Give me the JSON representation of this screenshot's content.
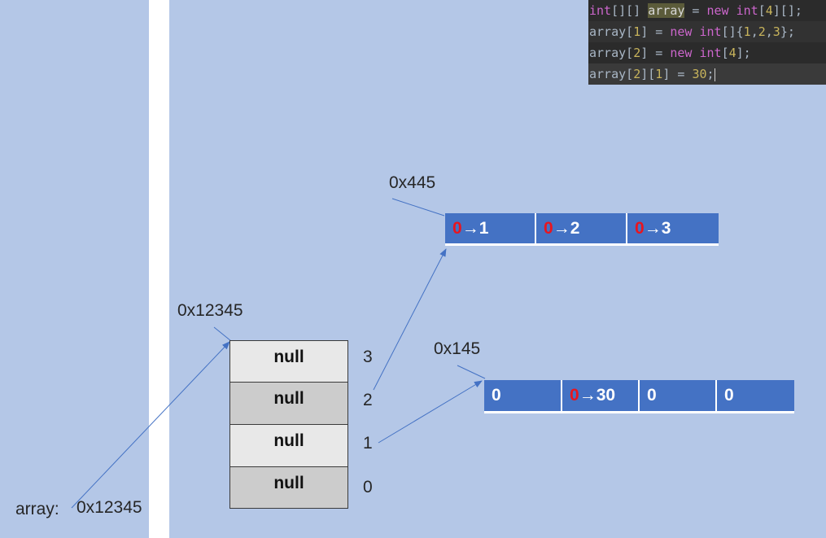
{
  "code": {
    "line1": {
      "t1": "int",
      "t2": "[][] ",
      "t3": "array",
      "t4": " = ",
      "t5": "new",
      "t6": " ",
      "t7": "int",
      "t8": "[",
      "t9": "4",
      "t10": "][];"
    },
    "line2": {
      "t1": "array[",
      "t2": "1",
      "t3": "] = ",
      "t4": "new",
      "t5": " ",
      "t6": "int",
      "t7": "[]{",
      "t8": "1",
      "t9": ",",
      "t10": "2",
      "t11": ",",
      "t12": "3",
      "t13": "};"
    },
    "line3": {
      "t1": "array[",
      "t2": "2",
      "t3": "] = ",
      "t4": "new",
      "t5": " ",
      "t6": "int",
      "t7": "[",
      "t8": "4",
      "t9": "];"
    },
    "line4": {
      "t1": "array[",
      "t2": "2",
      "t3": "][",
      "t4": "1",
      "t5": "] = ",
      "t6": "30",
      "t7": ";"
    }
  },
  "variable": {
    "name": "array:",
    "value": "0x12345"
  },
  "outer_array": {
    "address": "0x12345",
    "cells": [
      "null",
      "null",
      "null",
      "null"
    ],
    "indices": [
      "3",
      "2",
      "1",
      "0"
    ]
  },
  "array_0x445": {
    "address": "0x445",
    "cells": [
      {
        "old": "0",
        "arrow": "→",
        "new": "1"
      },
      {
        "old": "0",
        "arrow": "→",
        "new": "2"
      },
      {
        "old": "0",
        "arrow": "→",
        "new": "3"
      }
    ]
  },
  "array_0x145": {
    "address": "0x145",
    "cell0": "0",
    "cell1": {
      "old": "0",
      "arrow": "→",
      "new": "30"
    },
    "cell2": "0",
    "cell3": "0"
  },
  "colors": {
    "background": "#b4c7e7",
    "cell_blue": "#4472c4",
    "arrow": "#4472c4",
    "changed_value": "#e8151f"
  }
}
